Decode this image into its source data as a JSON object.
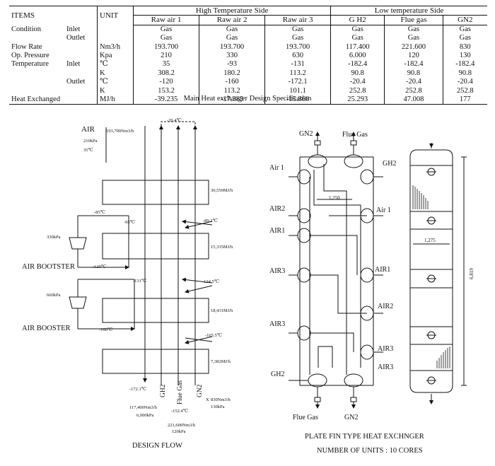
{
  "table": {
    "col_items": "ITEMS",
    "col_unit": "UNIT",
    "high_side": "High Temperature Side",
    "low_side": "Low temperature Side",
    "streams": [
      "Raw air 1",
      "Raw air 2",
      "Raw air 3",
      "G H2",
      "Flue gas",
      "GN2"
    ],
    "rows": [
      {
        "item": "Condition",
        "sub": "Inlet",
        "unit": "",
        "values": [
          "Gas",
          "Gas",
          "Gas",
          "Gas",
          "Gas",
          "Gas"
        ]
      },
      {
        "item": "",
        "sub": "Outlet",
        "unit": "",
        "values": [
          "Gas",
          "Gas",
          "Gas",
          "Gas",
          "Gas",
          "Gas"
        ]
      },
      {
        "item": "Flow Rate",
        "sub": "",
        "unit": "Nm3/h",
        "values": [
          "193.700",
          "193.700",
          "193.700",
          "117.400",
          "221.600",
          "830"
        ]
      },
      {
        "item": "Op. Pressure",
        "sub": "",
        "unit": "Kpa",
        "values": [
          "210",
          "330",
          "630",
          "6.000",
          "120",
          "130"
        ]
      },
      {
        "item": "Temperature",
        "sub": "Inlet",
        "unit": "℃",
        "values": [
          "35",
          "-93",
          "-131",
          "-182.4",
          "-182.4",
          "-182.4"
        ]
      },
      {
        "item": "",
        "sub": "",
        "unit": "K",
        "values": [
          "308.2",
          "180.2",
          "113.2",
          "90.8",
          "90.8",
          "90.8"
        ]
      },
      {
        "item": "",
        "sub": "Outlet",
        "unit": "℃",
        "values": [
          "-120",
          "-160",
          "-172.1",
          "-20.4",
          "-20.4",
          "-20.4"
        ]
      },
      {
        "item": "",
        "sub": "",
        "unit": "K",
        "values": [
          "153.2",
          "113.2",
          "101.1",
          "252.8",
          "252.8",
          "252.8"
        ]
      },
      {
        "item": "Heat Exchanged",
        "sub": "",
        "unit": "MJ/h",
        "values": [
          "-39.235",
          "-17.383",
          "-15.860",
          "25.293",
          "47.008",
          "177"
        ]
      }
    ]
  },
  "table_caption": "Main Heat exchanger Design Specification",
  "design_flow": {
    "caption": "DESIGN FLOW",
    "air": "AIR",
    "air_flow": "193,700Nm3/h",
    "air_pressure": "210kPa",
    "air_temp": "35℃",
    "top_temp": "-20.4℃",
    "t_minus85": "-85℃",
    "t_minus93": "-93℃",
    "t_minus89": "-89.2℃",
    "booster1_pressure": "330kPa",
    "booster1": "AIR BOOTSTER",
    "t_minus120": "-120℃",
    "t_minus131": "-131℃",
    "t_minus124": "-124.5℃",
    "booster2_pressure": "660kPa",
    "booster2": "AIR BOOSTER",
    "t_minus160": "-160℃",
    "t_minus165": "-165.5℃",
    "t_minus172": "-172.1℃",
    "duty1": "30,550MJ/h",
    "duty2": "15,335MJ/h",
    "duty3": "18,431MJ/h",
    "duty4": "7,382MJ/h",
    "gh2": "GH2",
    "flue": "Flue Gas",
    "gn2": "GN2",
    "gh2_flow": "117,400Nm3/h",
    "gh2_pressure": "6,000kPa",
    "t_minus152": "-152.4℃",
    "gn2_flow": "830Nm3/h",
    "gn2_pressure": "130kPa",
    "flue_flow": "221,600Nm3/h",
    "flue_pressure": "120kPa",
    "gn2_marker": "X"
  },
  "plate_fin": {
    "caption": "PLATE FIN TYPE HEAT EXCHNGER",
    "units": "NUMBER OF UNITS : 10 CORES",
    "gn2_top": "GN2",
    "flue_top": "Flue Gas",
    "air1_left": "Air 1",
    "gh2_right": "GH2",
    "air2_left": "AIR2",
    "air1_right": "Air 1",
    "air1_left2": "AIR1",
    "air3_left": "AIR3",
    "air1_right2": "AIR1",
    "air2_right": "AIR2",
    "air3_left2": "AIR3",
    "air3_right": "AIR3",
    "air3_right2": "AIR3",
    "gh2_left": "GH2",
    "flue_bottom": "Flue Gas",
    "gn2_bottom": "GN2",
    "dim_width": "1,250",
    "dim_core": "1,275",
    "dim_height": "6,819"
  }
}
